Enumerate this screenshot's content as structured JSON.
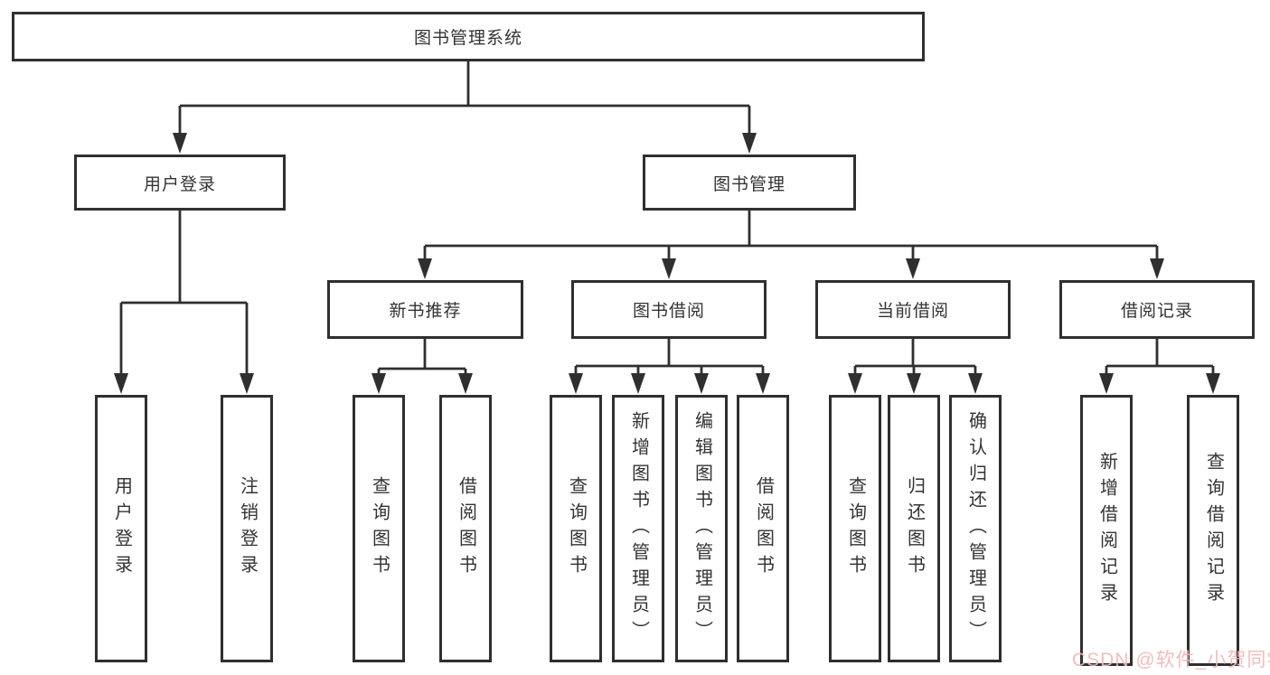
{
  "diagram_title": "图书管理系统",
  "nodes": {
    "root": "图书管理系统",
    "user_login": "用户登录",
    "book_management": "图书管理",
    "new_book_recommend": "新书推荐",
    "book_borrowing": "图书借阅",
    "current_borrowing": "当前借阅",
    "borrow_records": "借阅记录",
    "leaves": {
      "user_login_leaf": "用户登录",
      "logout_leaf": "注销登录",
      "query_books_recommend": "查询图书",
      "borrow_books_recommend": "借阅图书",
      "query_books_borrow": "查询图书",
      "add_books_admin": "新增图书（管理员）",
      "edit_books_admin": "编辑图书（管理员）",
      "borrow_books_leaf": "借阅图书",
      "query_books_current": "查询图书",
      "return_books": "归还图书",
      "confirm_return_admin": "确认归还（管理员）",
      "add_borrow_record": "新增借阅记录",
      "query_borrow_record": "查询借阅记录"
    }
  },
  "watermark": {
    "text": "CSDN @软件_小贺同学",
    "color": "#f2b8b8"
  },
  "colors": {
    "line": "#2f2f2f",
    "text": "#333333",
    "background": "#ffffff"
  }
}
